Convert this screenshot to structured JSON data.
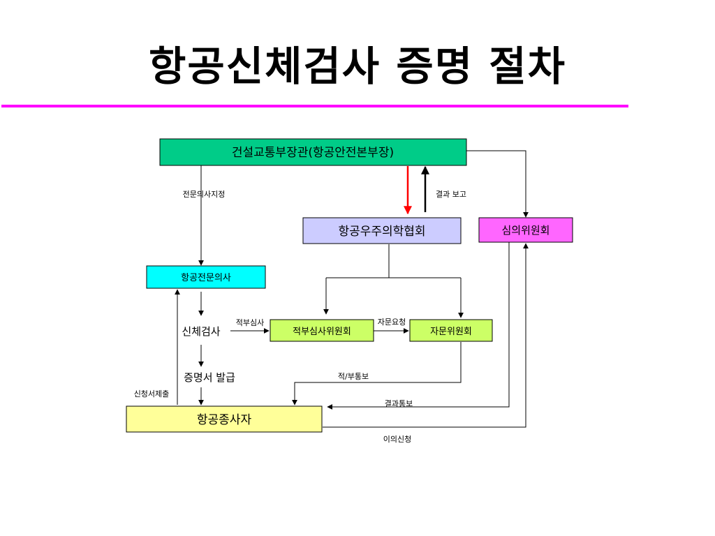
{
  "title": "항공신체검사 증명 절차",
  "nodes": {
    "ministry": "건설교통부장관(항공안전본부장)",
    "aerospace_society": "항공우주의학협회",
    "review_committee": "심의위원회",
    "aviation_doctor": "항공전문의사",
    "physical_exam": "신체검사",
    "suitability_committee": "적부심사위원회",
    "advisory_committee": "자문위원회",
    "certificate_issue": "증명서 발급",
    "aviation_worker": "항공종사자"
  },
  "edges": {
    "designate_doctor": "전문의사지정",
    "result_report": "결과 보고",
    "suitability_review": "적부심사",
    "advisory_request": "자문요청",
    "suitability_notice": "적/부통보",
    "submit_application": "신청서제출",
    "result_notice": "결과통보",
    "objection": "이의신청"
  },
  "colors": {
    "accent_rule": "#ff00ff",
    "ministry_fill": "#00cc88",
    "society_fill": "#ccccff",
    "review_fill": "#ff66ff",
    "doctor_fill": "#00ffff",
    "committee_fill": "#ccff66",
    "worker_fill": "#ffff99",
    "red_arrow": "#ff0000"
  }
}
